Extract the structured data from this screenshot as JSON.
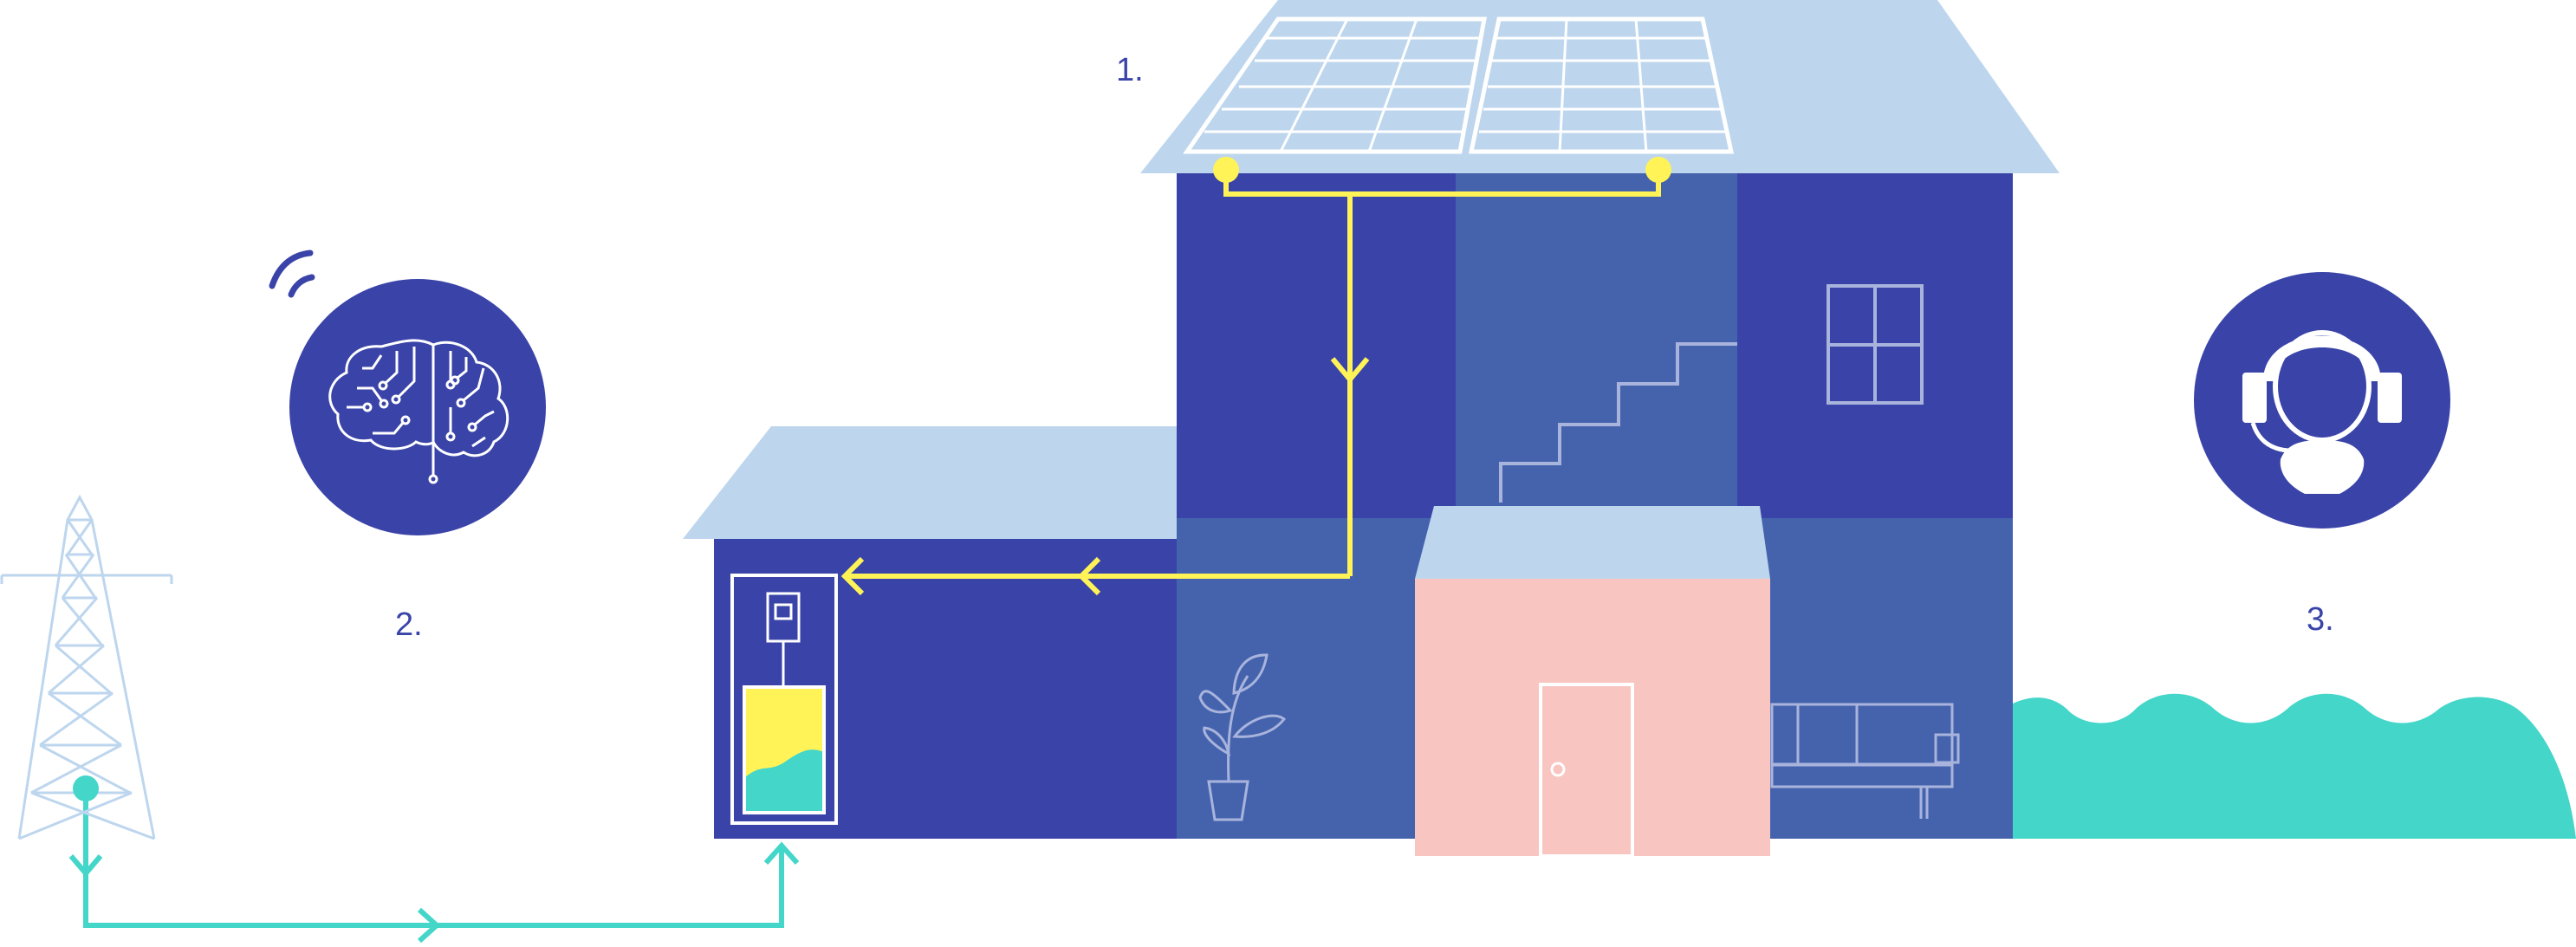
{
  "steps": [
    {
      "number": "1.",
      "topic": "solar-panels"
    },
    {
      "number": "2.",
      "topic": "smart-energy-management"
    },
    {
      "number": "3.",
      "topic": "customer-support"
    }
  ],
  "colors": {
    "house_dark": "#3a44a8",
    "house_mid": "#4563ad",
    "roof": "#bdd6ee",
    "solar_flow": "#fff357",
    "grid_flow": "#43d6c9",
    "door_block": "#f8c5c0",
    "pylon": "#bdd6ee",
    "line_art": "#ffffff"
  },
  "icons": [
    "brain-circuit-icon",
    "wifi-signal-icon",
    "headset-support-icon",
    "electricity-pylon-icon",
    "battery-storage-icon",
    "plant-icon",
    "sofa-icon",
    "door-icon",
    "window-icon",
    "stairs-icon"
  ]
}
